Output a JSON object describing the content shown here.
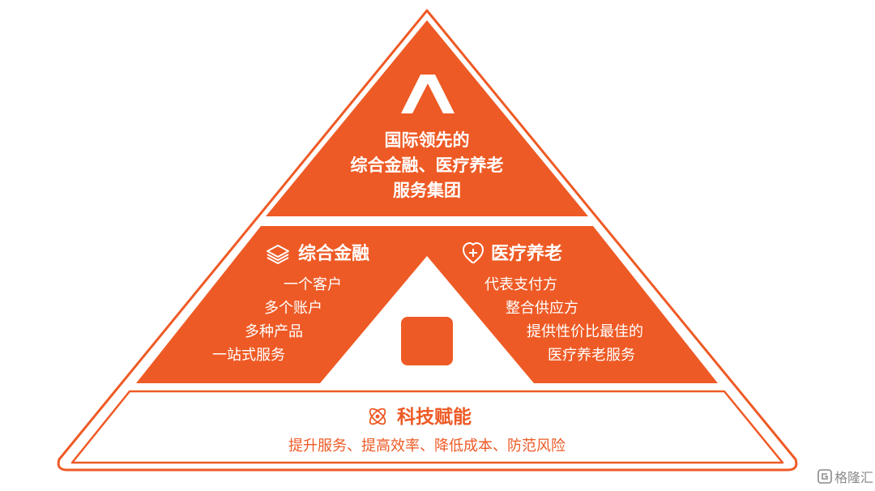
{
  "colors": {
    "accent": "#ee5a25",
    "on_accent": "#ffffff",
    "background": "#ffffff",
    "watermark": "#8a8a8a"
  },
  "apex": {
    "icon": "chevron-up-icon",
    "lines": [
      "国际领先的",
      "综合金融、医疗养老",
      "服务集团"
    ]
  },
  "finance": {
    "icon": "layers-icon",
    "title": "综合金融",
    "items": [
      "一个客户",
      "多个账户",
      "多种产品",
      "一站式服务"
    ]
  },
  "health": {
    "icon": "heart-plus-icon",
    "title": "医疗养老",
    "items": [
      "代表支付方",
      "整合供应方",
      "提供性价比最佳的",
      "医疗养老服务"
    ]
  },
  "foundation": {
    "icon": "atom-icon",
    "title": "科技赋能",
    "subtitle": "提升服务、提高效率、降低成本、防范风险"
  },
  "watermark": {
    "icon": "gelonghui-logo-icon",
    "text": "格隆汇"
  }
}
